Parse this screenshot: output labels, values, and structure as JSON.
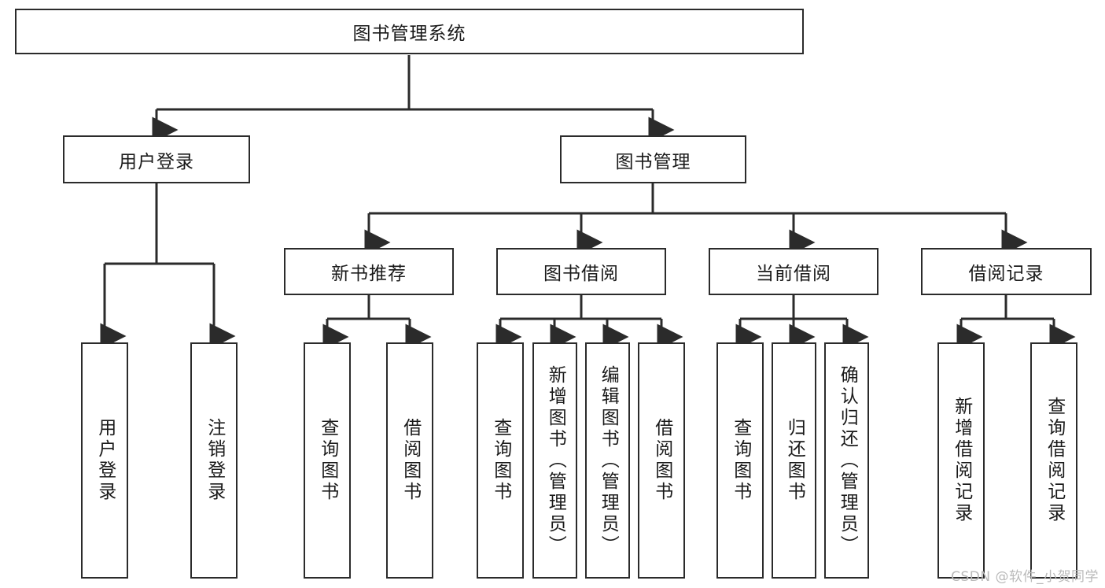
{
  "diagram": {
    "title": "图书管理系统",
    "type": "tree-hierarchy-functional-structure",
    "colors": {
      "box_border": "#2b2b2b",
      "box_fill": "#ffffff",
      "connector": "#2b2b2b",
      "text": "#1a1a1a",
      "background": "#ffffff",
      "watermark": "#b9b9b9"
    },
    "nodes": {
      "root": {
        "label": "图书管理系统"
      },
      "level2": [
        {
          "id": "user-login",
          "label": "用户登录"
        },
        {
          "id": "book-manage",
          "label": "图书管理"
        }
      ],
      "level3": [
        {
          "id": "new-book-recommend",
          "label": "新书推荐"
        },
        {
          "id": "book-borrow",
          "label": "图书借阅"
        },
        {
          "id": "current-borrow",
          "label": "当前借阅"
        },
        {
          "id": "borrow-record",
          "label": "借阅记录"
        }
      ],
      "leaves": {
        "user_login": [
          {
            "id": "leaf-user-login",
            "label": "用户登录"
          },
          {
            "id": "leaf-user-logout",
            "label": "注销登录"
          }
        ],
        "new_book_recommend": [
          {
            "id": "leaf-query-book-1",
            "label": "查询图书"
          },
          {
            "id": "leaf-borrow-book-1",
            "label": "借阅图书"
          }
        ],
        "book_borrow": [
          {
            "id": "leaf-query-book-2",
            "label": "查询图书"
          },
          {
            "id": "leaf-add-book",
            "label": "新增图书（管理员）"
          },
          {
            "id": "leaf-edit-book",
            "label": "编辑图书（管理员）"
          },
          {
            "id": "leaf-borrow-book-2",
            "label": "借阅图书"
          }
        ],
        "current_borrow": [
          {
            "id": "leaf-query-book-3",
            "label": "查询图书"
          },
          {
            "id": "leaf-return-book",
            "label": "归还图书"
          },
          {
            "id": "leaf-confirm-return",
            "label": "确认归还（管理员）"
          }
        ],
        "borrow_record": [
          {
            "id": "leaf-add-record",
            "label": "新增借阅记录"
          },
          {
            "id": "leaf-query-record",
            "label": "查询借阅记录"
          }
        ]
      }
    }
  },
  "watermark": {
    "text": "CSDN @软件_小贺同学"
  }
}
